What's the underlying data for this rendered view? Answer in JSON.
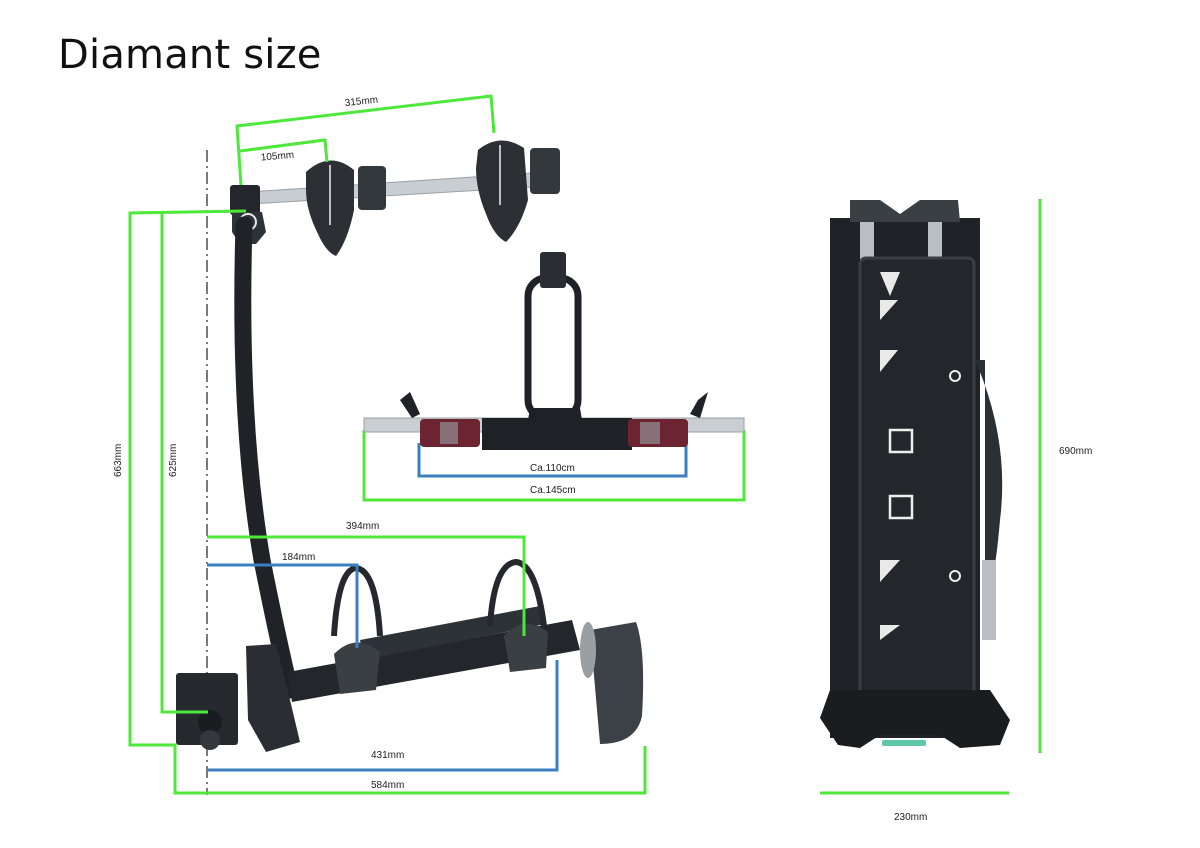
{
  "title": "Diamant size",
  "colors": {
    "green_dimension": "#4de83a",
    "blue_dimension": "#3b7fc0",
    "product_dark": "#23272b",
    "product_mid": "#3a3f44",
    "aluminium": "#c9ced2",
    "taillight_red": "#6b2430",
    "centerline": "#222222"
  },
  "views": {
    "side_view": {
      "dimensions": {
        "arm_spacing_outer": "315mm",
        "arm_spacing_inner": "105mm",
        "total_height": "663mm",
        "hitch_height": "625mm",
        "wheel_holder_outer": "394mm",
        "wheel_holder_inner": "184mm",
        "rail_length": "431mm",
        "total_length": "584mm"
      }
    },
    "rear_view": {
      "dimensions": {
        "light_width": "Ca.110cm",
        "total_width": "Ca.145cm"
      }
    },
    "folded_view": {
      "dimensions": {
        "folded_height": "690mm",
        "folded_width": "230mm"
      }
    }
  }
}
